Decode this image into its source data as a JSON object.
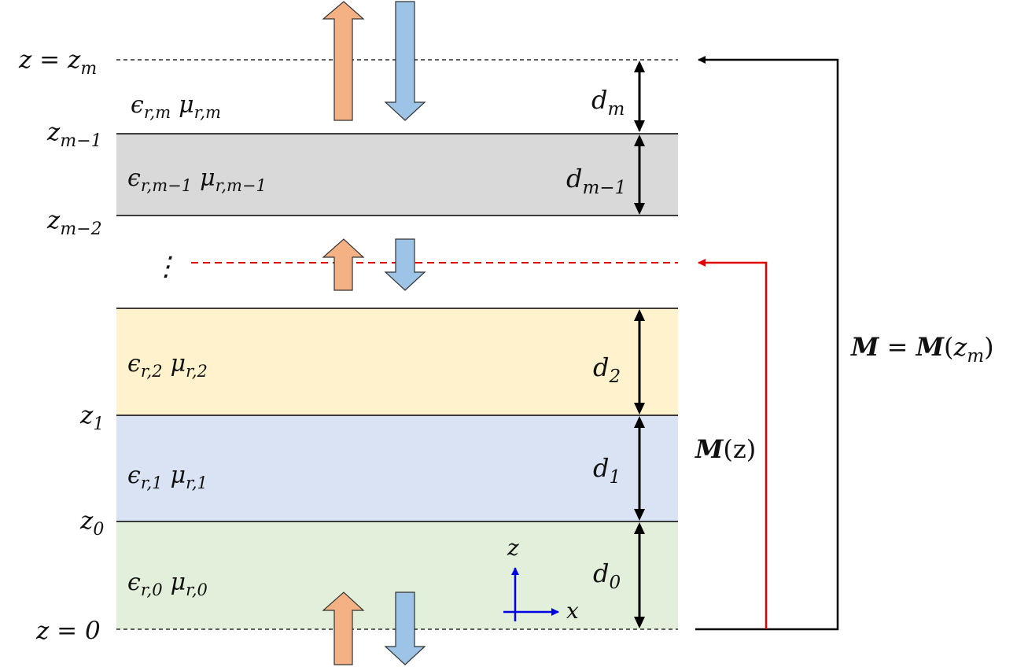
{
  "colors": {
    "layer_m_minus_1": "#d9d9d9",
    "layer_2": "#fff2cc",
    "layer_1": "#dae3f3",
    "layer_0": "#e2efda",
    "up_arrow": "#f4b183",
    "down_arrow": "#9dc3e6",
    "red_path": "#e00000",
    "axis": "#0000e0",
    "line": "#000000"
  },
  "interfaces": {
    "top": "z = z",
    "top_sub": "m",
    "z_m_minus_1": "z",
    "z_m_minus_1_sub": "m−1",
    "z_m_minus_2": "z",
    "z_m_minus_2_sub": "m−2",
    "z1": "z",
    "z1_sub": "1",
    "z0": "z",
    "z0_sub": "0",
    "bottom": "z = 0",
    "ellipsis": "⋮"
  },
  "layers": {
    "m": {
      "eps": "ϵ",
      "eps_sub": "r,m",
      "mu": "μ",
      "mu_sub": "r,m",
      "d": "d",
      "d_sub": "m"
    },
    "m_minus_1": {
      "eps": "ϵ",
      "eps_sub": "r,m−1",
      "mu": "μ",
      "mu_sub": "r,m−1",
      "d": "d",
      "d_sub": "m−1"
    },
    "l2": {
      "eps": "ϵ",
      "eps_sub": "r,2",
      "mu": "μ",
      "mu_sub": "r,2",
      "d": "d",
      "d_sub": "2"
    },
    "l1": {
      "eps": "ϵ",
      "eps_sub": "r,1",
      "mu": "μ",
      "mu_sub": "r,1",
      "d": "d",
      "d_sub": "1"
    },
    "l0": {
      "eps": "ϵ",
      "eps_sub": "r,0",
      "mu": "μ",
      "mu_sub": "r,0",
      "d": "d",
      "d_sub": "0"
    }
  },
  "axes": {
    "z": "z",
    "x": "x"
  },
  "matrices": {
    "partial": "M",
    "partial_arg": "(z)",
    "total_lhs": "M",
    "total_eq": " = ",
    "total_rhs": "M",
    "total_arg_open": "(",
    "total_arg_var": "z",
    "total_arg_sub": "m",
    "total_arg_close": ")"
  }
}
